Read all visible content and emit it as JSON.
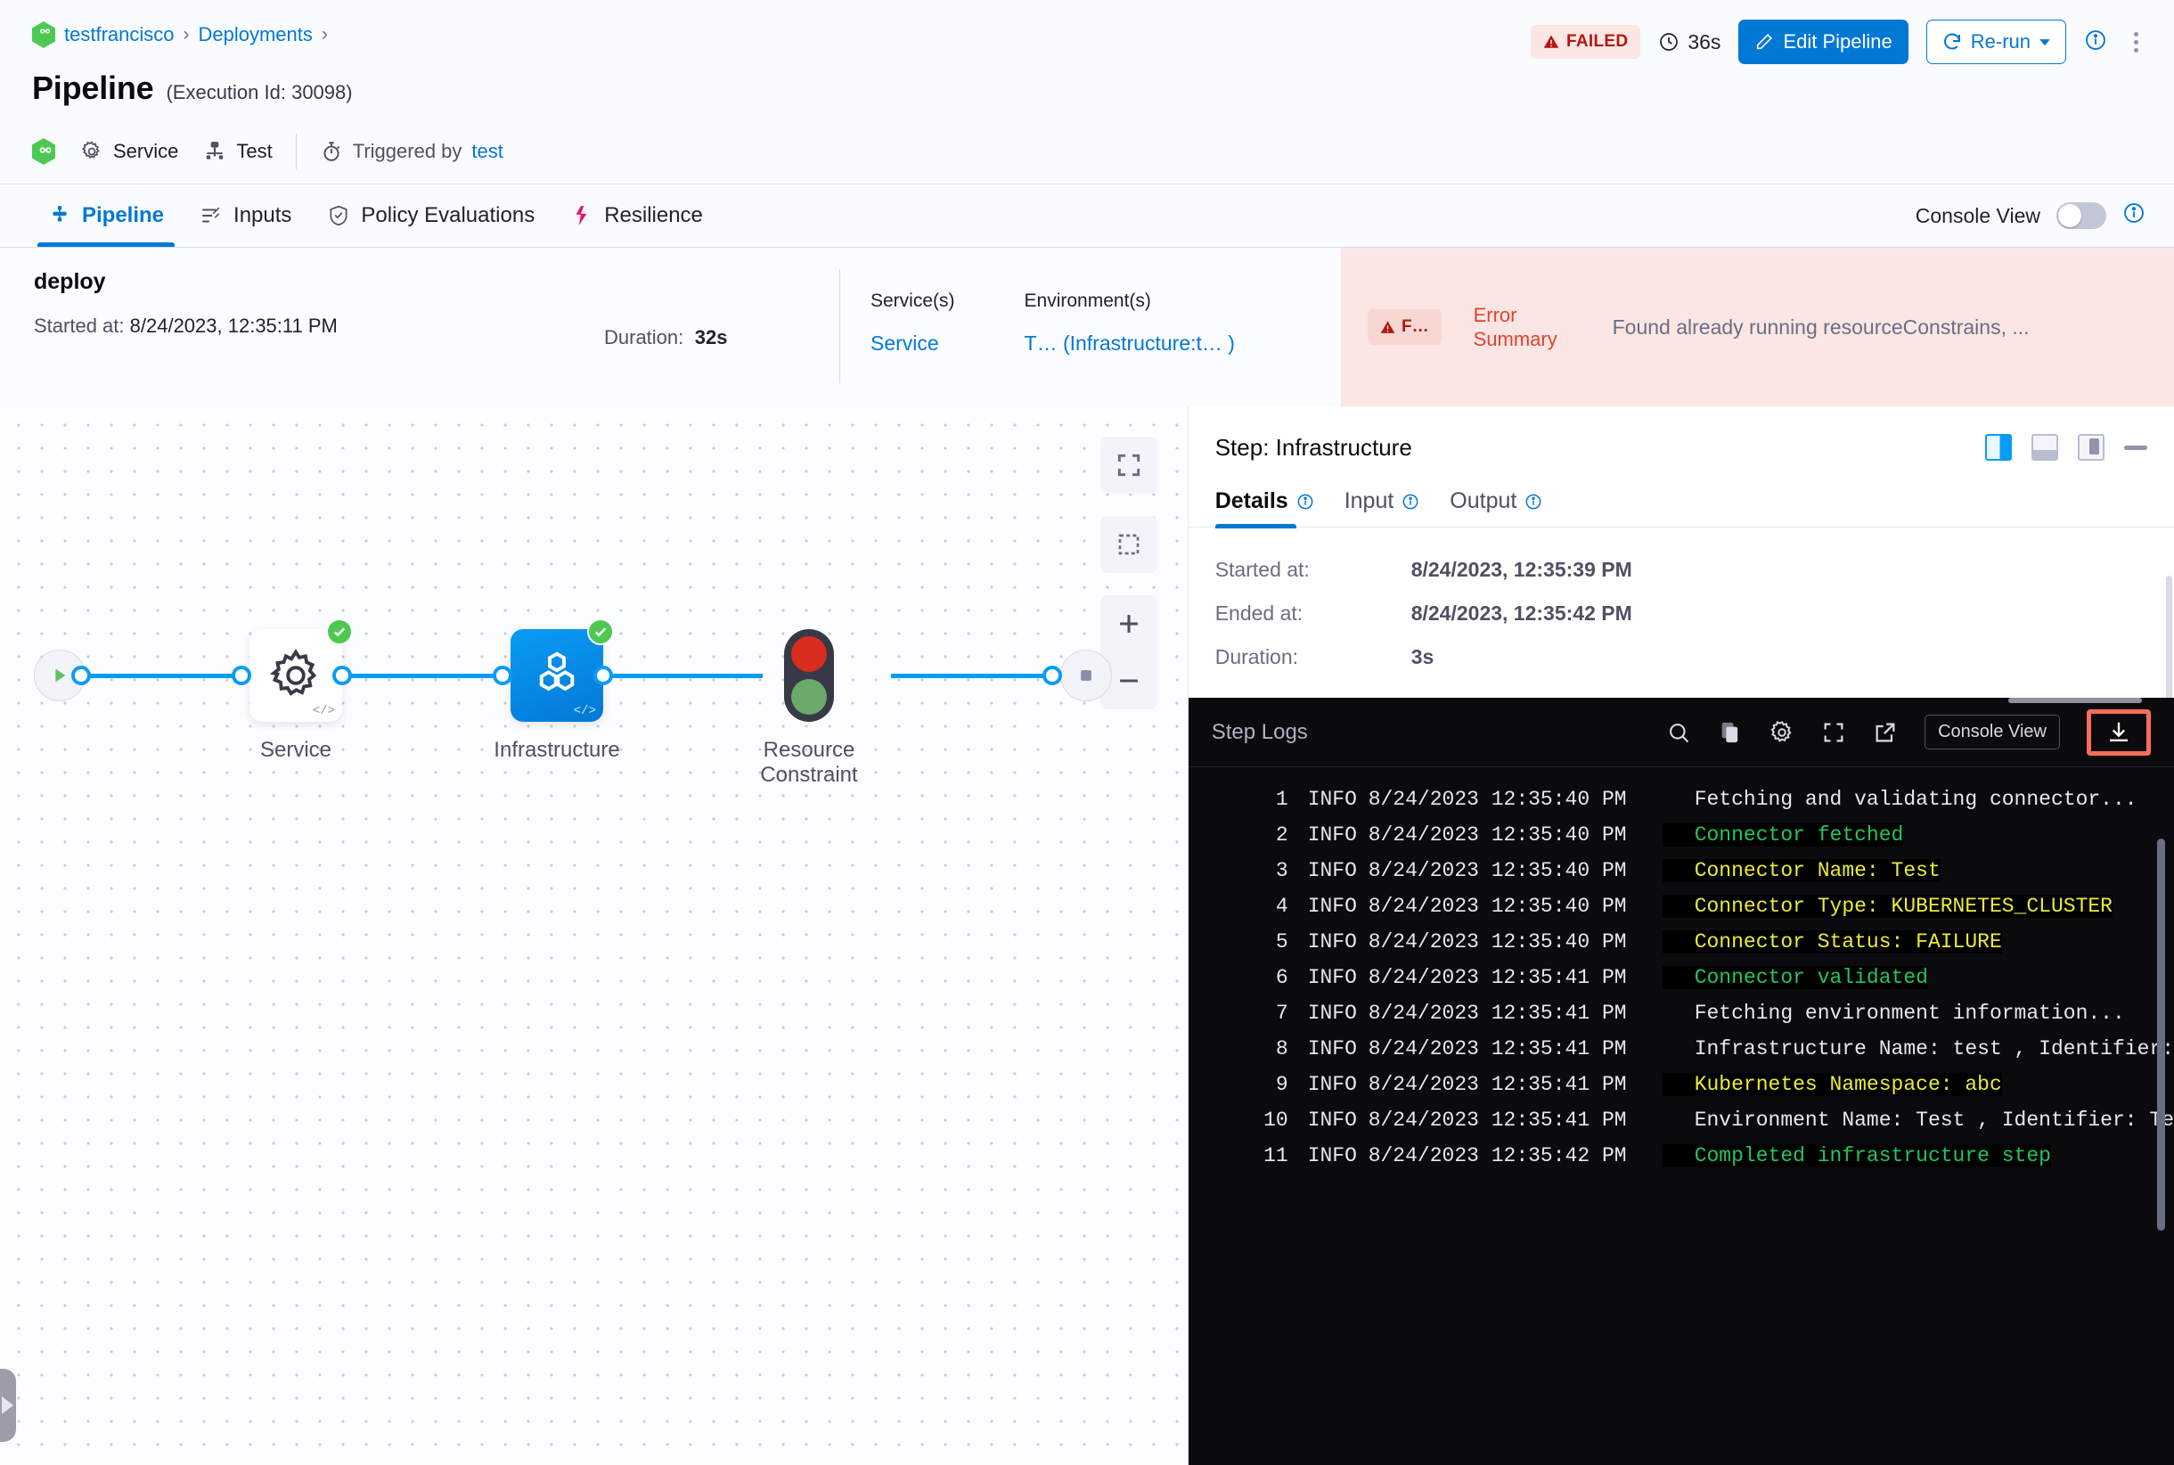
{
  "header": {
    "breadcrumb": [
      {
        "label": "testfrancisco",
        "type": "link"
      },
      {
        "label": "Deployments",
        "type": "link"
      }
    ],
    "breadcrumb_separator": "›",
    "title": "Pipeline",
    "execution_id_text": "(Execution Id: 30098)",
    "meta": {
      "service_label": "Service",
      "test_label": "Test",
      "triggered_by_label": "Triggered by",
      "triggered_by_user": "test"
    },
    "status_badge": "FAILED",
    "duration": "36s",
    "edit_pipeline_label": "Edit Pipeline",
    "rerun_label": "Re-run"
  },
  "tabs": [
    {
      "label": "Pipeline",
      "icon": "pipeline-icon",
      "active": true
    },
    {
      "label": "Inputs",
      "icon": "inputs-icon",
      "active": false
    },
    {
      "label": "Policy Evaluations",
      "icon": "shield-check-icon",
      "active": false
    },
    {
      "label": "Resilience",
      "icon": "resilience-icon",
      "active": false
    }
  ],
  "console_view": {
    "label": "Console View",
    "enabled": false
  },
  "stage": {
    "name": "deploy",
    "started_label": "Started at:",
    "started_value": "8/24/2023, 12:35:11 PM",
    "duration_label": "Duration:",
    "duration_value": "32s",
    "services_label": "Service(s)",
    "services_value": "Service",
    "environments_label": "Environment(s)",
    "environments_value": "T… (Infrastructure:t… )",
    "error_badge": "F…",
    "error_summary_label": "Error Summary",
    "error_summary_text": "Found already running resourceConstrains, ..."
  },
  "graph": {
    "nodes": [
      {
        "name": "Service",
        "type": "gear",
        "status": "success"
      },
      {
        "name": "Infrastructure",
        "type": "infra",
        "status": "success",
        "selected": true
      },
      {
        "name": "Resource Constraint",
        "type": "traffic-light",
        "status": "none"
      }
    ],
    "code_glyph": "</>"
  },
  "canvas_controls": [
    {
      "name": "fit-screen-icon"
    },
    {
      "name": "select-area-icon"
    },
    {
      "name": "zoom-in-icon"
    },
    {
      "name": "zoom-out-icon"
    }
  ],
  "step_panel": {
    "title": "Step: Infrastructure",
    "layout_icons": [
      "panel-right-icon",
      "panel-bottom-icon",
      "panel-float-icon",
      "minimize-icon"
    ],
    "tabs": [
      {
        "label": "Details",
        "active": true
      },
      {
        "label": "Input",
        "active": false
      },
      {
        "label": "Output",
        "active": false
      }
    ],
    "details": [
      {
        "label": "Started at:",
        "value": "8/24/2023, 12:35:39 PM"
      },
      {
        "label": "Ended at:",
        "value": "8/24/2023, 12:35:42 PM"
      },
      {
        "label": "Duration:",
        "value": "3s"
      }
    ]
  },
  "logs": {
    "title": "Step Logs",
    "tools": [
      "search-icon",
      "copy-icon",
      "gear-icon",
      "fullscreen-icon",
      "open-external-icon"
    ],
    "console_view_label": "Console View",
    "download_icon": "download-icon",
    "lines": [
      {
        "n": "1",
        "level": "INFO",
        "ts": "8/24/2023 12:35:40 PM",
        "msg": "Fetching and validating connector...",
        "color": "white"
      },
      {
        "n": "2",
        "level": "INFO",
        "ts": "8/24/2023 12:35:40 PM",
        "msg": "Connector fetched",
        "color": "green"
      },
      {
        "n": "3",
        "level": "INFO",
        "ts": "8/24/2023 12:35:40 PM",
        "msg": "Connector Name: Test",
        "color": "yellow"
      },
      {
        "n": "4",
        "level": "INFO",
        "ts": "8/24/2023 12:35:40 PM",
        "msg": "Connector Type: KUBERNETES_CLUSTER",
        "color": "yellow"
      },
      {
        "n": "5",
        "level": "INFO",
        "ts": "8/24/2023 12:35:40 PM",
        "msg": "Connector Status: FAILURE",
        "color": "yellow"
      },
      {
        "n": "6",
        "level": "INFO",
        "ts": "8/24/2023 12:35:41 PM",
        "msg": "Connector validated",
        "color": "green"
      },
      {
        "n": "7",
        "level": "INFO",
        "ts": "8/24/2023 12:35:41 PM",
        "msg": "Fetching environment information...",
        "color": "white"
      },
      {
        "n": "8",
        "level": "INFO",
        "ts": "8/24/2023 12:35:41 PM",
        "msg": "Infrastructure Name: test , Identifier:",
        "color": "white"
      },
      {
        "n": "9",
        "level": "INFO",
        "ts": "8/24/2023 12:35:41 PM",
        "msg": "Kubernetes Namespace: abc",
        "color": "yellow"
      },
      {
        "n": "10",
        "level": "INFO",
        "ts": "8/24/2023 12:35:41 PM",
        "msg": "Environment Name: Test , Identifier: Te",
        "color": "white"
      },
      {
        "n": "11",
        "level": "INFO",
        "ts": "8/24/2023 12:35:42 PM",
        "msg": "Completed infrastructure step",
        "color": "green"
      }
    ]
  },
  "colors": {
    "accent": "#0278d5",
    "danger": "#b41710",
    "success": "#4dc952",
    "log_green": "#22c55e",
    "log_yellow": "#eaeb3b",
    "highlight_border": "#fc6b5a"
  }
}
